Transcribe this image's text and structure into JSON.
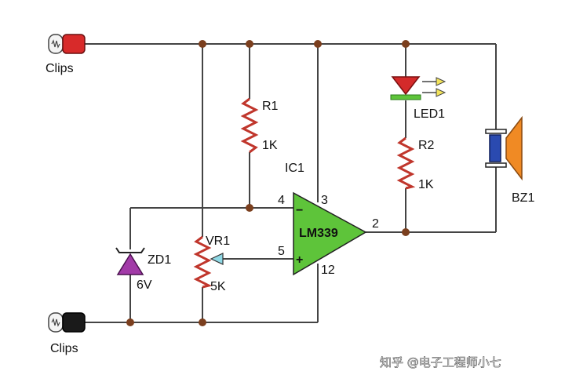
{
  "clips_top": "Clips",
  "clips_bottom": "Clips",
  "r1_name": "R1",
  "r1_value": "1K",
  "r2_name": "R2",
  "r2_value": "1K",
  "led_name": "LED1",
  "ic_name": "IC1",
  "ic_part": "LM339",
  "pin_3": "3",
  "pin_4": "4",
  "pin_5": "5",
  "pin_2": "2",
  "pin_12": "12",
  "minus_sign": "−",
  "plus_sign": "+",
  "vr_name": "VR1",
  "vr_value": "5K",
  "zd_name": "ZD1",
  "zd_value": "6V",
  "bz_name": "BZ1",
  "watermark": "知乎 @电子工程师小七",
  "colors": {
    "wire": "#444444",
    "resistor": "#c0362c",
    "node": "#7b3f1e",
    "opamp": "#5ec43a",
    "led": "#d42a2a",
    "zener": "#a23aa8",
    "buzzer_cone": "#f08a24",
    "buzzer_plate": "#2a4ab0",
    "clip_red": "#d82a2a",
    "clip_black": "#1a1a1a"
  }
}
